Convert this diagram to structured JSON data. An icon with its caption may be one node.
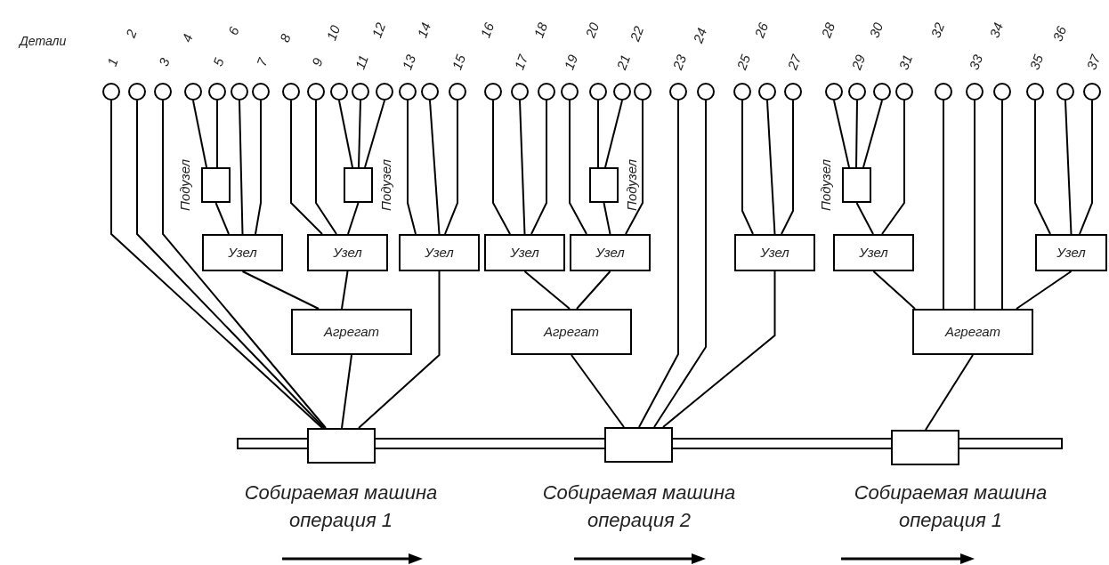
{
  "diagram": {
    "nodes": [
      {
        "text": [],
        "shape": "circle",
        "beside": [
          "1"
        ]
      },
      {
        "text": [],
        "shape": "circle",
        "beside": [
          "2"
        ]
      },
      {
        "text": [],
        "shape": "circle",
        "beside": [
          "3"
        ]
      },
      {
        "text": [],
        "shape": "circle",
        "beside": [
          "4"
        ]
      },
      {
        "text": [],
        "shape": "circle",
        "beside": [
          "5"
        ]
      },
      {
        "text": [],
        "shape": "circle",
        "beside": [
          "6"
        ]
      },
      {
        "text": [],
        "shape": "circle",
        "beside": [
          "7"
        ]
      },
      {
        "text": [],
        "shape": "circle",
        "beside": [
          "8"
        ]
      },
      {
        "text": [],
        "shape": "circle",
        "beside": [
          "9"
        ]
      },
      {
        "text": [],
        "shape": "circle",
        "beside": [
          "10"
        ]
      },
      {
        "text": [],
        "shape": "circle",
        "beside": [
          "11"
        ]
      },
      {
        "text": [],
        "shape": "circle",
        "beside": [
          "12"
        ]
      },
      {
        "text": [],
        "shape": "circle",
        "beside": [
          "13"
        ]
      },
      {
        "text": [],
        "shape": "circle",
        "beside": [
          "14"
        ]
      },
      {
        "text": [],
        "shape": "circle",
        "beside": [
          "15"
        ]
      },
      {
        "text": [],
        "shape": "circle",
        "beside": [
          "16"
        ]
      },
      {
        "text": [],
        "shape": "circle",
        "beside": [
          "17"
        ]
      },
      {
        "text": [],
        "shape": "circle",
        "beside": [
          "18"
        ]
      },
      {
        "text": [],
        "shape": "circle",
        "beside": [
          "19"
        ]
      },
      {
        "text": [],
        "shape": "circle",
        "beside": [
          "20"
        ]
      },
      {
        "text": [],
        "shape": "circle",
        "beside": [
          "21"
        ]
      },
      {
        "text": [],
        "shape": "circle",
        "beside": [
          "22"
        ]
      },
      {
        "text": [],
        "shape": "circle",
        "beside": [
          "23"
        ]
      },
      {
        "text": [],
        "shape": "circle",
        "beside": [
          "24"
        ]
      },
      {
        "text": [],
        "shape": "circle",
        "beside": [
          "25"
        ]
      },
      {
        "text": [],
        "shape": "circle",
        "beside": [
          "26"
        ]
      },
      {
        "text": [],
        "shape": "circle",
        "beside": [
          "27"
        ]
      },
      {
        "text": [],
        "shape": "circle",
        "beside": [
          "28"
        ]
      },
      {
        "text": [],
        "shape": "circle",
        "beside": [
          "29"
        ]
      },
      {
        "text": [],
        "shape": "circle",
        "beside": [
          "30"
        ]
      },
      {
        "text": [],
        "shape": "circle",
        "beside": [
          "31"
        ]
      },
      {
        "text": [],
        "shape": "circle",
        "beside": [
          "32"
        ]
      },
      {
        "text": [],
        "shape": "circle",
        "beside": [
          "33"
        ]
      },
      {
        "text": [],
        "shape": "circle",
        "beside": [
          "34"
        ]
      },
      {
        "text": [],
        "shape": "circle",
        "beside": [
          "35"
        ]
      },
      {
        "text": [],
        "shape": "circle",
        "beside": [
          "36"
        ]
      },
      {
        "text": [],
        "shape": "circle",
        "beside": [
          "37"
        ]
      },
      {
        "text": [
          "Подузел"
        ]
      },
      {
        "text": [
          "Подузел"
        ]
      },
      {
        "text": [
          "Подузел"
        ]
      },
      {
        "text": [
          "Подузел"
        ]
      },
      {
        "text": [
          "Узел"
        ]
      },
      {
        "text": [
          "Узел"
        ]
      },
      {
        "text": [
          "Узел"
        ]
      },
      {
        "text": [
          "Узел"
        ]
      },
      {
        "text": [
          "Узел"
        ]
      },
      {
        "text": [
          "Узел"
        ]
      },
      {
        "text": [
          "Узел"
        ]
      },
      {
        "text": [
          "Узел"
        ]
      },
      {
        "text": [
          "Агрегат"
        ]
      },
      {
        "text": [
          "Агрегат"
        ]
      },
      {
        "text": [
          "Агрегат"
        ]
      },
      {
        "text": [],
        "shape": "box",
        "beside": [
          "Собираемая машина операция 1"
        ]
      },
      {
        "text": [],
        "shape": "box",
        "beside": [
          "Собираемая машина операция 2"
        ]
      },
      {
        "text": [],
        "shape": "box",
        "beside": [
          "Собираемая машина операция 1"
        ]
      }
    ],
    "edges": [
      {
        "from": 3,
        "to": 37,
        "arrow": "none"
      },
      {
        "from": 4,
        "to": 37,
        "arrow": "none"
      },
      {
        "from": 37,
        "to": 41,
        "arrow": "none"
      },
      {
        "from": 5,
        "to": 41,
        "arrow": "none"
      },
      {
        "from": 6,
        "to": 41,
        "arrow": "none"
      },
      {
        "from": 9,
        "to": 38,
        "arrow": "none"
      },
      {
        "from": 10,
        "to": 38,
        "arrow": "none"
      },
      {
        "from": 11,
        "to": 38,
        "arrow": "none"
      },
      {
        "from": 7,
        "to": 42,
        "arrow": "none"
      },
      {
        "from": 8,
        "to": 42,
        "arrow": "none"
      },
      {
        "from": 38,
        "to": 42,
        "arrow": "none"
      },
      {
        "from": 12,
        "to": 43,
        "arrow": "none"
      },
      {
        "from": 13,
        "to": 43,
        "arrow": "none"
      },
      {
        "from": 14,
        "to": 43,
        "arrow": "none"
      },
      {
        "from": 15,
        "to": 44,
        "arrow": "none"
      },
      {
        "from": 16,
        "to": 44,
        "arrow": "none"
      },
      {
        "from": 17,
        "to": 44,
        "arrow": "none"
      },
      {
        "from": 19,
        "to": 39,
        "arrow": "none"
      },
      {
        "from": 20,
        "to": 39,
        "arrow": "none"
      },
      {
        "from": 18,
        "to": 45,
        "arrow": "none"
      },
      {
        "from": 39,
        "to": 45,
        "arrow": "none"
      },
      {
        "from": 21,
        "to": 45,
        "arrow": "none"
      },
      {
        "from": 24,
        "to": 46,
        "arrow": "none"
      },
      {
        "from": 25,
        "to": 46,
        "arrow": "none"
      },
      {
        "from": 26,
        "to": 46,
        "arrow": "none"
      },
      {
        "from": 27,
        "to": 40,
        "arrow": "none"
      },
      {
        "from": 28,
        "to": 40,
        "arrow": "none"
      },
      {
        "from": 29,
        "to": 40,
        "arrow": "none"
      },
      {
        "from": 40,
        "to": 47,
        "arrow": "none"
      },
      {
        "from": 30,
        "to": 47,
        "arrow": "none"
      },
      {
        "from": 34,
        "to": 48,
        "arrow": "none"
      },
      {
        "from": 35,
        "to": 48,
        "arrow": "none"
      },
      {
        "from": 36,
        "to": 48,
        "arrow": "none"
      },
      {
        "from": 41,
        "to": 49,
        "arrow": "none"
      },
      {
        "from": 42,
        "to": 49,
        "arrow": "none"
      },
      {
        "from": 44,
        "to": 50,
        "arrow": "none"
      },
      {
        "from": 45,
        "to": 50,
        "arrow": "none"
      },
      {
        "from": 47,
        "to": 51,
        "arrow": "none"
      },
      {
        "from": 31,
        "to": 51,
        "arrow": "none"
      },
      {
        "from": 32,
        "to": 51,
        "arrow": "none"
      },
      {
        "from": 33,
        "to": 51,
        "arrow": "none"
      },
      {
        "from": 48,
        "to": 51,
        "arrow": "none"
      },
      {
        "from": 0,
        "to": 52,
        "arrow": "none"
      },
      {
        "from": 1,
        "to": 52,
        "arrow": "none"
      },
      {
        "from": 2,
        "to": 52,
        "arrow": "none"
      },
      {
        "from": 49,
        "to": 52,
        "arrow": "none"
      },
      {
        "from": 43,
        "to": 52,
        "arrow": "none"
      },
      {
        "from": 50,
        "to": 53,
        "arrow": "none"
      },
      {
        "from": 22,
        "to": 53,
        "arrow": "none"
      },
      {
        "from": 23,
        "to": 53,
        "arrow": "none"
      },
      {
        "from": 46,
        "to": 53,
        "arrow": "none"
      },
      {
        "from": 51,
        "to": 54,
        "arrow": "none"
      }
    ],
    "labels": [
      "Детали"
    ]
  }
}
